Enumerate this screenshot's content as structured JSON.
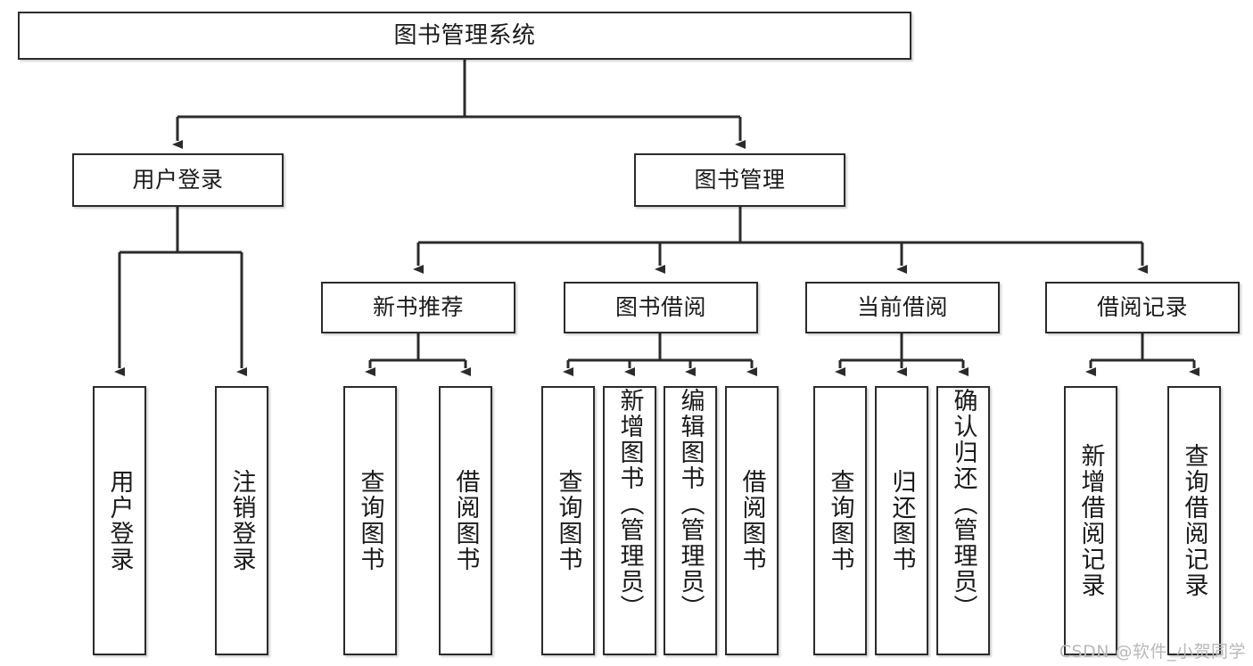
{
  "diagram": {
    "title": "图书管理系统",
    "type": "hierarchy-tree",
    "watermark": "CSDN @软件_小贺同学",
    "colors": {
      "box_border": "#2b2b2b",
      "box_fill": "#ffffff",
      "connector": "#2b2b2b",
      "text": "#1a1a1a",
      "watermark": "#b9b9b9"
    }
  },
  "nodes": {
    "root": {
      "label": "图书管理系统"
    },
    "level1": [
      {
        "label": "用户登录"
      },
      {
        "label": "图书管理"
      }
    ],
    "level2": [
      {
        "label": "新书推荐"
      },
      {
        "label": "图书借阅"
      },
      {
        "label": "当前借阅"
      },
      {
        "label": "借阅记录"
      }
    ],
    "leaves": {
      "user_login": [
        {
          "label": "用户登录"
        },
        {
          "label": "注销登录"
        }
      ],
      "new_book": [
        {
          "label": "查询图书"
        },
        {
          "label": "借阅图书"
        }
      ],
      "book_borrow": [
        {
          "label": "查询图书"
        },
        {
          "label": "新增图书（管理员）"
        },
        {
          "label": "编辑图书（管理员）"
        },
        {
          "label": "借阅图书"
        }
      ],
      "current_borrow": [
        {
          "label": "查询图书"
        },
        {
          "label": "归还图书"
        },
        {
          "label": "确认归还（管理员）"
        }
      ],
      "borrow_record": [
        {
          "label": "新增借阅记录"
        },
        {
          "label": "查询借阅记录"
        }
      ]
    }
  }
}
